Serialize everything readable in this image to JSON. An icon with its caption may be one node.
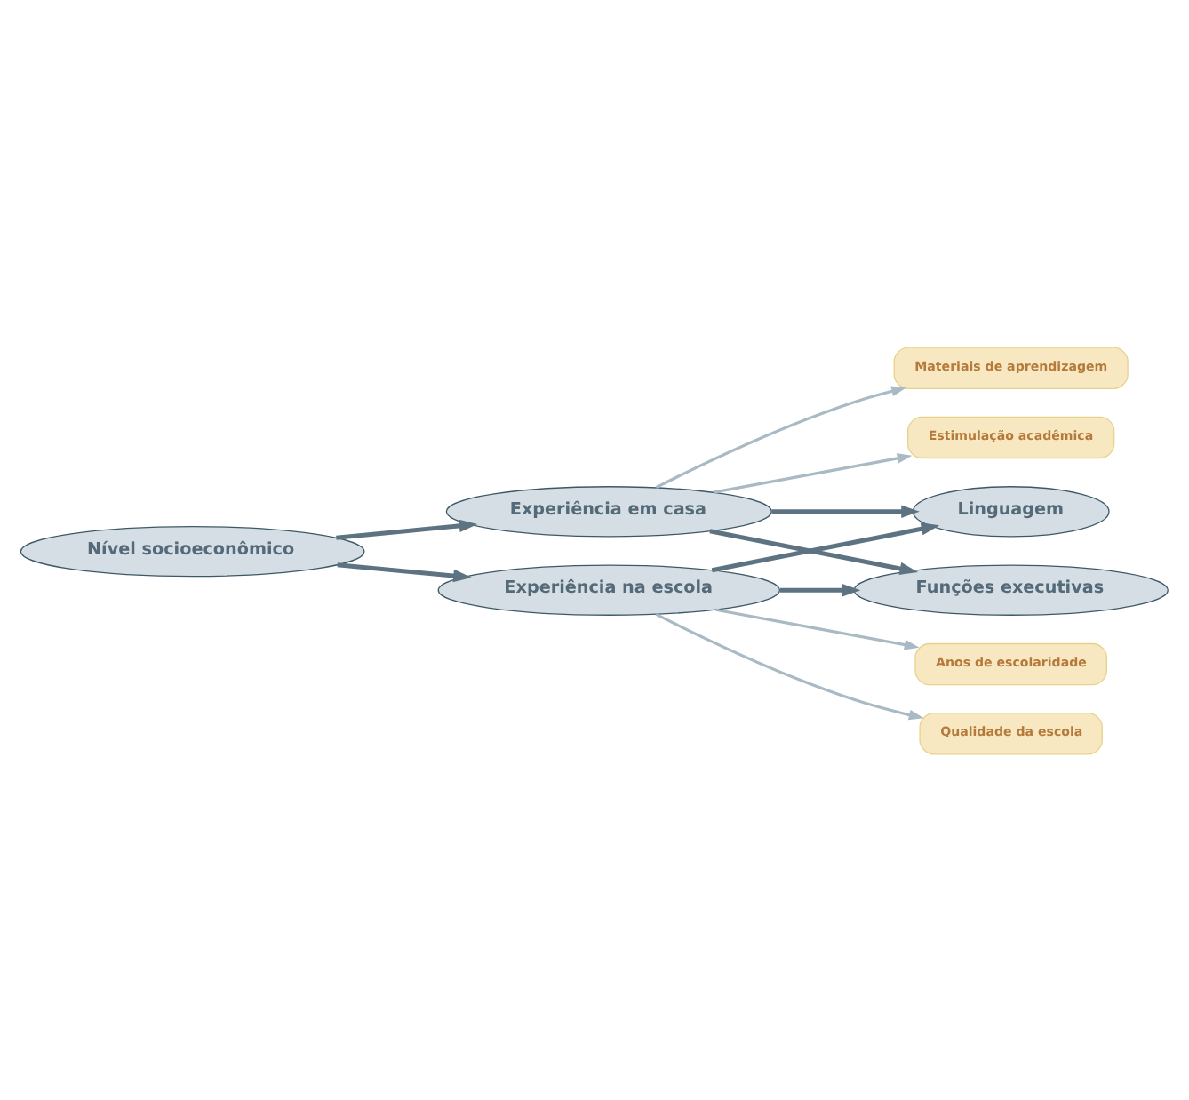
{
  "diagram": {
    "nodes": [
      {
        "text": [
          "Materiais de aprendizagem"
        ]
      },
      {
        "text": [
          "Estimulação acadêmica"
        ]
      },
      {
        "text": [
          "Experiência em casa"
        ]
      },
      {
        "text": [
          "Nível socioeconômico"
        ]
      },
      {
        "text": [
          "Linguagem"
        ]
      },
      {
        "text": [
          "Experiência na escola"
        ]
      },
      {
        "text": [
          "Funções executivas"
        ]
      },
      {
        "text": [
          "Anos de escolaridade"
        ]
      },
      {
        "text": [
          "Qualidade da escola"
        ]
      }
    ],
    "edges": [
      {
        "from": 2,
        "to": 0,
        "arrow": "to",
        "color": "#a9bac5"
      },
      {
        "from": 2,
        "to": 1,
        "arrow": "to",
        "color": "#a9bac5"
      },
      {
        "from": 3,
        "to": 2,
        "arrow": "to"
      },
      {
        "from": 3,
        "to": 5,
        "arrow": "to"
      },
      {
        "from": 2,
        "to": 4,
        "arrow": "to"
      },
      {
        "from": 2,
        "to": 6,
        "arrow": "to"
      },
      {
        "from": 5,
        "to": 4,
        "arrow": "to"
      },
      {
        "from": 5,
        "to": 6,
        "arrow": "to"
      },
      {
        "from": 5,
        "to": 7,
        "arrow": "to",
        "color": "#a9bac5"
      },
      {
        "from": 5,
        "to": 8,
        "arrow": "to",
        "color": "#a9bac5"
      }
    ]
  }
}
